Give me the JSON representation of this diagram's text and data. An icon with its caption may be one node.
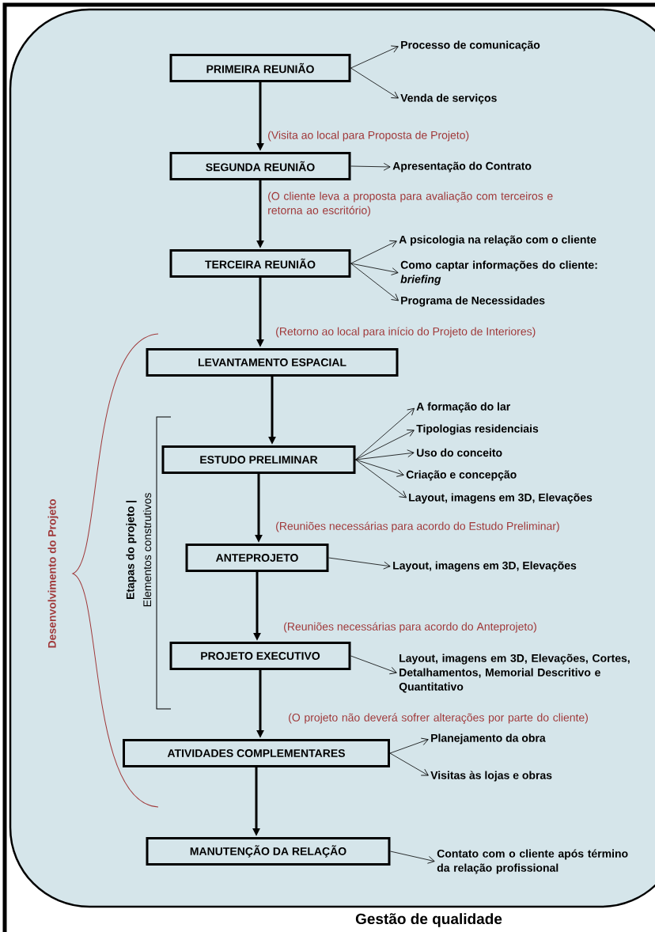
{
  "diagram": {
    "caption": "Gestão de qualidade",
    "nodes": [
      {
        "text": [
          "PRIMEIRA REUNIÃO"
        ]
      },
      {
        "text": [
          "Processo de comunicação"
        ]
      },
      {
        "text": [
          "Venda de serviços"
        ]
      },
      {
        "text": [
          "SEGUNDA REUNIÃO"
        ]
      },
      {
        "text": [
          "Apresentação do Contrato"
        ]
      },
      {
        "text": [
          "TERCEIRA REUNIÃO"
        ]
      },
      {
        "text": [
          "A psicologia na relação com o cliente"
        ]
      },
      {
        "text": [
          "Como captar informações do cliente: *briefing*"
        ]
      },
      {
        "text": [
          "Programa de Necessidades"
        ]
      },
      {
        "text": [
          "LEVANTAMENTO ESPACIAL"
        ]
      },
      {
        "text": [
          "ESTUDO PRELIMINAR"
        ]
      },
      {
        "text": [
          "A formação do lar"
        ]
      },
      {
        "text": [
          "Tipologias residenciais"
        ]
      },
      {
        "text": [
          "Uso do conceito"
        ]
      },
      {
        "text": [
          "Criação e concepção"
        ]
      },
      {
        "text": [
          "Layout, imagens em 3D, Elevações"
        ]
      },
      {
        "text": [
          "ANTEPROJETO"
        ]
      },
      {
        "text": [
          "Layout, imagens em 3D, Elevações"
        ]
      },
      {
        "text": [
          "PROJETO EXECUTIVO"
        ]
      },
      {
        "text": [
          "Layout, imagens em 3D, Elevações, Cortes, Detalhamentos, Memorial Descritivo e Quantitativo"
        ]
      },
      {
        "text": [
          "ATIVIDADES COMPLEMENTARES"
        ]
      },
      {
        "text": [
          "Planejamento da obra"
        ]
      },
      {
        "text": [
          "Visitas às lojas e obras"
        ]
      },
      {
        "text": [
          "MANUTENÇÃO DA RELAÇÃO"
        ]
      },
      {
        "text": [
          "Contato com o cliente após término da relação profissional"
        ]
      }
    ],
    "edges": [
      {
        "from": 0,
        "to": 1,
        "arrow": "to"
      },
      {
        "from": 0,
        "to": 2,
        "arrow": "to"
      },
      {
        "from": 0,
        "to": 3,
        "arrow": "to",
        "style": "thick",
        "label": "(Visita ao local para Proposta de Projeto)"
      },
      {
        "from": 3,
        "to": 4,
        "arrow": "to"
      },
      {
        "from": 3,
        "to": 5,
        "arrow": "to",
        "style": "thick",
        "label": "(O cliente leva a proposta para avaliação com terceiros e retorna ao escritório)"
      },
      {
        "from": 5,
        "to": 6,
        "arrow": "to"
      },
      {
        "from": 5,
        "to": 7,
        "arrow": "to"
      },
      {
        "from": 5,
        "to": 8,
        "arrow": "to"
      },
      {
        "from": 5,
        "to": 9,
        "arrow": "to",
        "style": "thick",
        "label": "(Retorno ao local para início do Projeto de Interiores)"
      },
      {
        "from": 9,
        "to": 10,
        "arrow": "to",
        "style": "thick"
      },
      {
        "from": 10,
        "to": 11,
        "arrow": "to"
      },
      {
        "from": 10,
        "to": 12,
        "arrow": "to"
      },
      {
        "from": 10,
        "to": 13,
        "arrow": "to"
      },
      {
        "from": 10,
        "to": 14,
        "arrow": "to"
      },
      {
        "from": 10,
        "to": 15,
        "arrow": "to"
      },
      {
        "from": 10,
        "to": 16,
        "arrow": "to",
        "style": "thick",
        "label": "(Reuniões necessárias para acordo do Estudo Preliminar)"
      },
      {
        "from": 16,
        "to": 17,
        "arrow": "to"
      },
      {
        "from": 16,
        "to": 18,
        "arrow": "to",
        "style": "thick",
        "label": "(Reuniões necessárias para acordo do Anteprojeto)"
      },
      {
        "from": 18,
        "to": 19,
        "arrow": "to"
      },
      {
        "from": 18,
        "to": 20,
        "arrow": "to",
        "style": "thick",
        "label": "(O projeto não deverá sofrer alterações por parte do cliente)"
      },
      {
        "from": 20,
        "to": 21,
        "arrow": "to"
      },
      {
        "from": 20,
        "to": 22,
        "arrow": "to"
      },
      {
        "from": 20,
        "to": 23,
        "arrow": "to",
        "style": "thick"
      },
      {
        "from": 23,
        "to": 24,
        "arrow": "to"
      }
    ],
    "labels": [
      "Desenvolvimento do Projeto",
      "Etapas do projeto |",
      "Elementos construtivos"
    ]
  }
}
